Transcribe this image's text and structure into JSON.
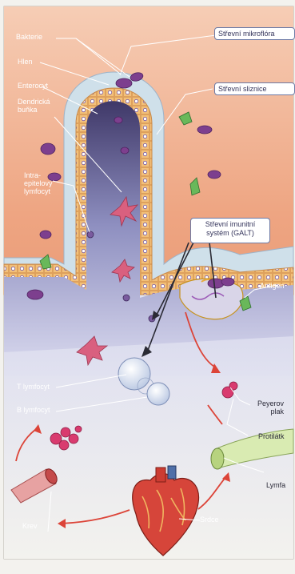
{
  "labels": {
    "bakterie": "Bakterie",
    "hlen": "Hlen",
    "enterocyt": "Enterocyt",
    "dendricka_bunka": "Dendrická\nbuňka",
    "intraepitelovy": "Intra-\nepitelový\nlymfocyt",
    "t_lymfocyt": "T lymfocyt",
    "b_lymfocyt": "B lymfocyt",
    "krev": "Krev",
    "srdce": "Srdce",
    "antigen": "Antigen",
    "peyerovy_plaky": "Peyerov\nplak",
    "protilatky": "Protilátk",
    "lymfa": "Lymfa"
  },
  "boxes": {
    "strevni_mikroflora": "Střevní mikroflóra",
    "strevni_sliznice": "Střevní sliznice",
    "galt": "Střevní imunitní\nsystém (GALT)"
  },
  "colors": {
    "tissue_top": "#f4c4aa",
    "tissue_bottom": "#e89470",
    "mucus": "#cfe0ea",
    "epithelium": "#f4c27a",
    "lamina_top": "#46406e",
    "lamina_bottom": "#d4d4ea",
    "cell_purple": "#7d3f8e",
    "pink_cell": "#d9607f",
    "arrow_red": "#dc4438",
    "heart_red": "#d6453a"
  }
}
